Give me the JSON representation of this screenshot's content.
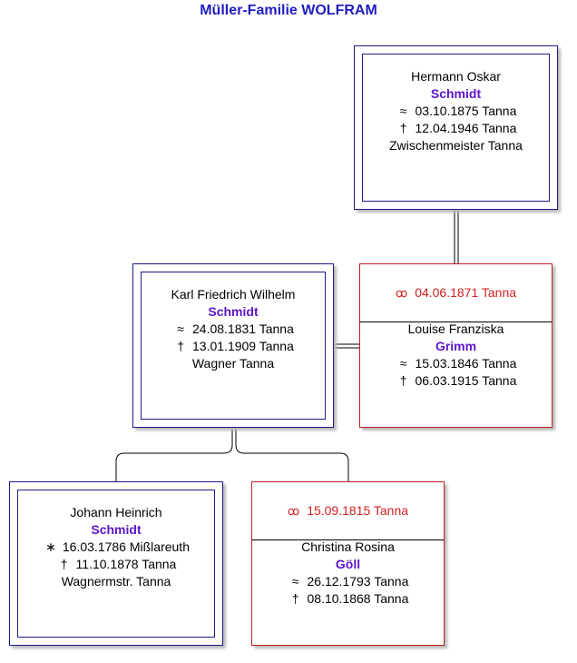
{
  "title": "Müller-Familie WOLFRAM",
  "persons": {
    "hermann": {
      "given": "Hermann Oskar",
      "surname": "Schmidt",
      "birth_symbol": "≈",
      "birth": "03.10.1875 Tanna",
      "death_symbol": "†",
      "death": "12.04.1946 Tanna",
      "occupation": "Zwischenmeister Tanna"
    },
    "karl": {
      "given": "Karl Friedrich Wilhelm",
      "surname": "Schmidt",
      "birth_symbol": "≈",
      "birth": "24.08.1831 Tanna",
      "death_symbol": "†",
      "death": "13.01.1909 Tanna",
      "occupation": "Wagner Tanna"
    },
    "louise": {
      "marriage_symbol": "ꝏ",
      "marriage": "04.06.1871 Tanna",
      "given": "Louise Franziska",
      "surname": "Grimm",
      "birth_symbol": "≈",
      "birth": "15.03.1846 Tanna",
      "death_symbol": "†",
      "death": "06.03.1915 Tanna"
    },
    "johann": {
      "given": "Johann Heinrich",
      "surname": "Schmidt",
      "birth_symbol": "∗",
      "birth": "16.03.1786 Mißlareuth",
      "death_symbol": "†",
      "death": "11.10.1878 Tanna",
      "occupation": "Wagnermstr. Tanna"
    },
    "christina": {
      "marriage_symbol": "ꝏ",
      "marriage": "15.09.1815 Tanna",
      "given": "Christina Rosina",
      "surname": "Göll",
      "birth_symbol": "≈",
      "birth": "26.12.1793 Tanna",
      "death_symbol": "†",
      "death": "08.10.1868 Tanna"
    }
  },
  "colors": {
    "title": "#1f1fbf",
    "person_border": "#1c1c8c",
    "spouse_border": "#c02020",
    "surname": "#5b16c8",
    "marriage": "#d42020"
  }
}
